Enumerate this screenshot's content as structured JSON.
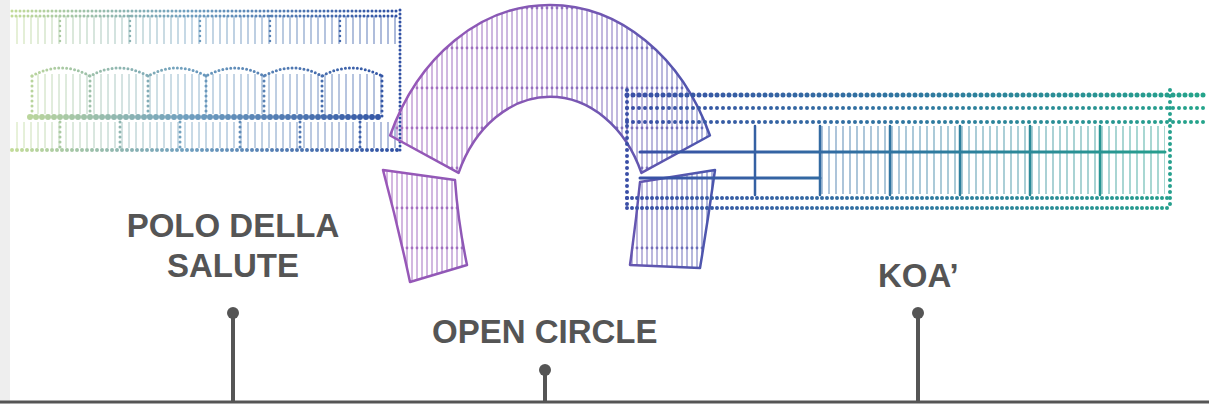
{
  "diagram": {
    "labels": [
      "POLO DELLA SALUTE",
      "OPEN CIRCLE",
      "KOA’"
    ]
  }
}
